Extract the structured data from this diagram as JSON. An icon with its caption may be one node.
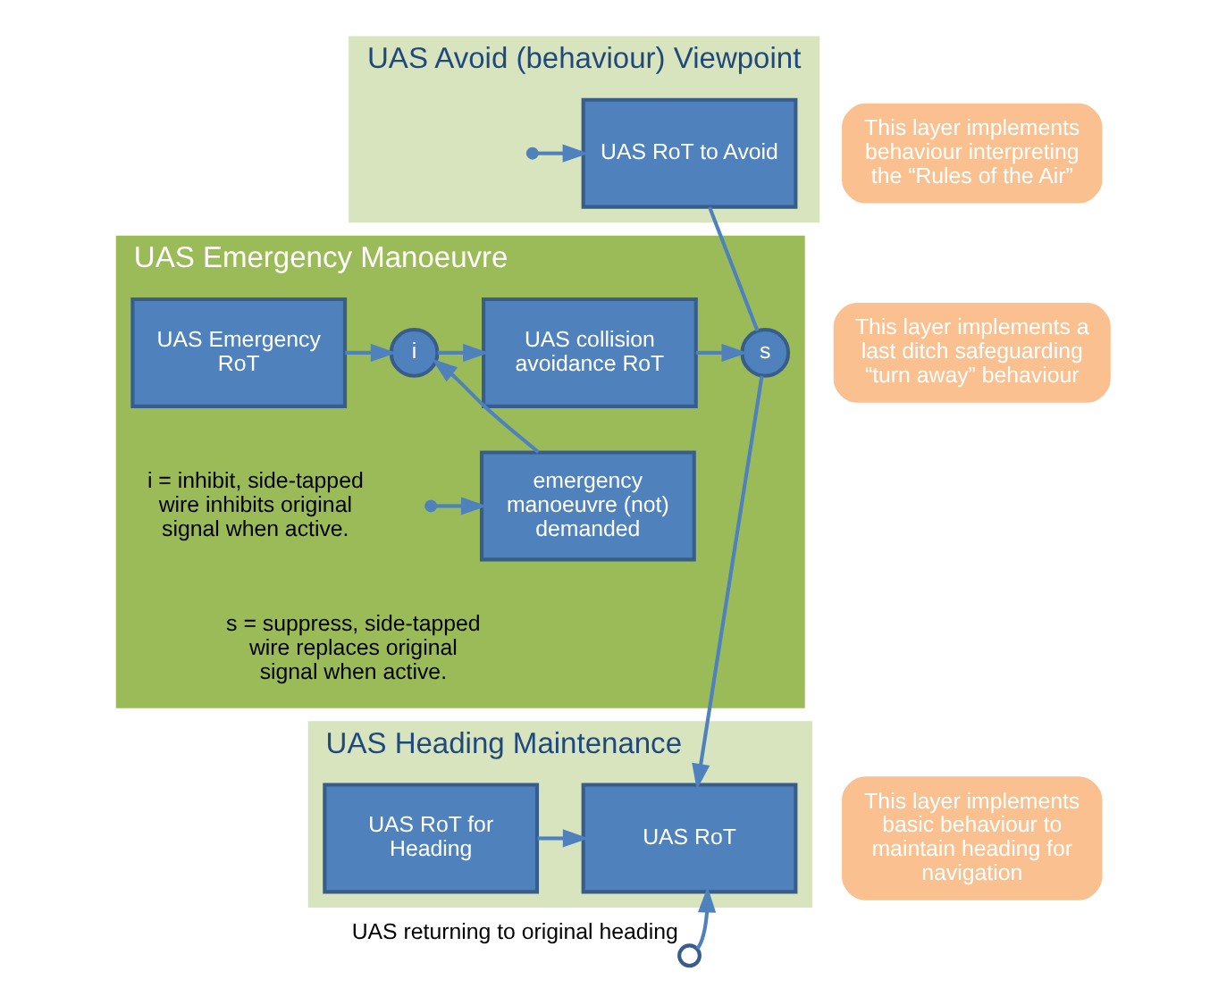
{
  "diagram": {
    "nodes": [
      {
        "text": [
          "UAS Avoid (behaviour) Viewpoint"
        ]
      },
      {
        "text": [
          "UAS RoT to Avoid"
        ],
        "in": 0
      },
      {
        "text": [
          "This layer implements behaviour interpreting the “Rules of the Air”"
        ]
      },
      {
        "text": [
          "UAS Emergency Manoeuvre"
        ]
      },
      {
        "text": [
          "UAS Emergency RoT"
        ],
        "in": 3
      },
      {
        "text": [
          "i"
        ],
        "in": 3
      },
      {
        "text": [
          "UAS collision avoidance RoT"
        ],
        "in": 3
      },
      {
        "text": [
          "s"
        ],
        "in": 3
      },
      {
        "text": [
          "emergency manoeuvre (not) demanded"
        ],
        "in": 3
      },
      {
        "text": [
          "This layer implements a last ditch safeguarding “turn away” behaviour"
        ]
      },
      {
        "text": [
          "UAS Heading Maintenance"
        ]
      },
      {
        "text": [
          "UAS RoT for Heading"
        ],
        "in": 10
      },
      {
        "text": [
          "UAS RoT"
        ],
        "in": 10
      },
      {
        "text": [
          "This layer implements basic behaviour to maintain heading for navigation"
        ]
      },
      {
        "text": [],
        "shape": "circle",
        "beside": [
          "UAS returning to original heading"
        ]
      }
    ],
    "edges": [
      {
        "from": null,
        "to": 1,
        "arrow": "to"
      },
      {
        "from": 1,
        "to": 7,
        "arrow": "none"
      },
      {
        "from": 4,
        "to": 5,
        "arrow": "to"
      },
      {
        "from": 5,
        "to": 6,
        "arrow": "to"
      },
      {
        "from": 6,
        "to": 7,
        "arrow": "to"
      },
      {
        "from": null,
        "to": 8,
        "arrow": "to"
      },
      {
        "from": 8,
        "to": 5,
        "arrow": "to"
      },
      {
        "from": 7,
        "to": 12,
        "arrow": "to"
      },
      {
        "from": 11,
        "to": 12,
        "arrow": "to"
      },
      {
        "from": 14,
        "to": 12,
        "arrow": "to"
      }
    ],
    "labels": [
      "i = inhibit, side-tapped wire inhibits original signal when active.",
      "s = suppress, side-tapped wire replaces original signal when active."
    ]
  }
}
